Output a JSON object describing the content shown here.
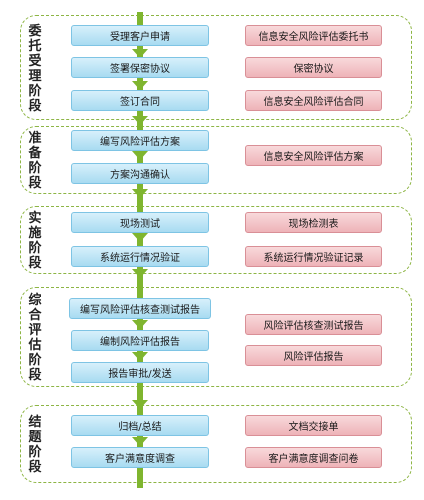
{
  "colors": {
    "step_fill": "#bfe6f7",
    "doc_fill": "#f3c4c8",
    "stage_border": "#8db544",
    "arrow": "#7fb52f"
  },
  "stages": [
    {
      "label": "委托受理阶段",
      "steps": [
        "受理客户申请",
        "签署保密协议",
        "签订合同"
      ],
      "docs": [
        "信息安全风险评估委托书",
        "保密协议",
        "信息安全风险评估合同"
      ]
    },
    {
      "label": "准备阶段",
      "steps": [
        "编写风险评估方案",
        "方案沟通确认"
      ],
      "docs": [
        "信息安全风险评估方案"
      ]
    },
    {
      "label": "实施阶段",
      "steps": [
        "现场测试",
        "系统运行情况验证"
      ],
      "docs": [
        "现场检测表",
        "系统运行情况验证记录"
      ]
    },
    {
      "label": "综合评估阶段",
      "steps": [
        "编写风险评估核查测试报告",
        "编制风险评估报告",
        "报告审批/发送"
      ],
      "docs": [
        "风险评估核查测试报告",
        "风险评估报告"
      ]
    },
    {
      "label": "结题阶段",
      "steps": [
        "归档/总结",
        "客户满意度调查"
      ],
      "docs": [
        "文档交接单",
        "客户满意度调查问卷"
      ]
    }
  ]
}
